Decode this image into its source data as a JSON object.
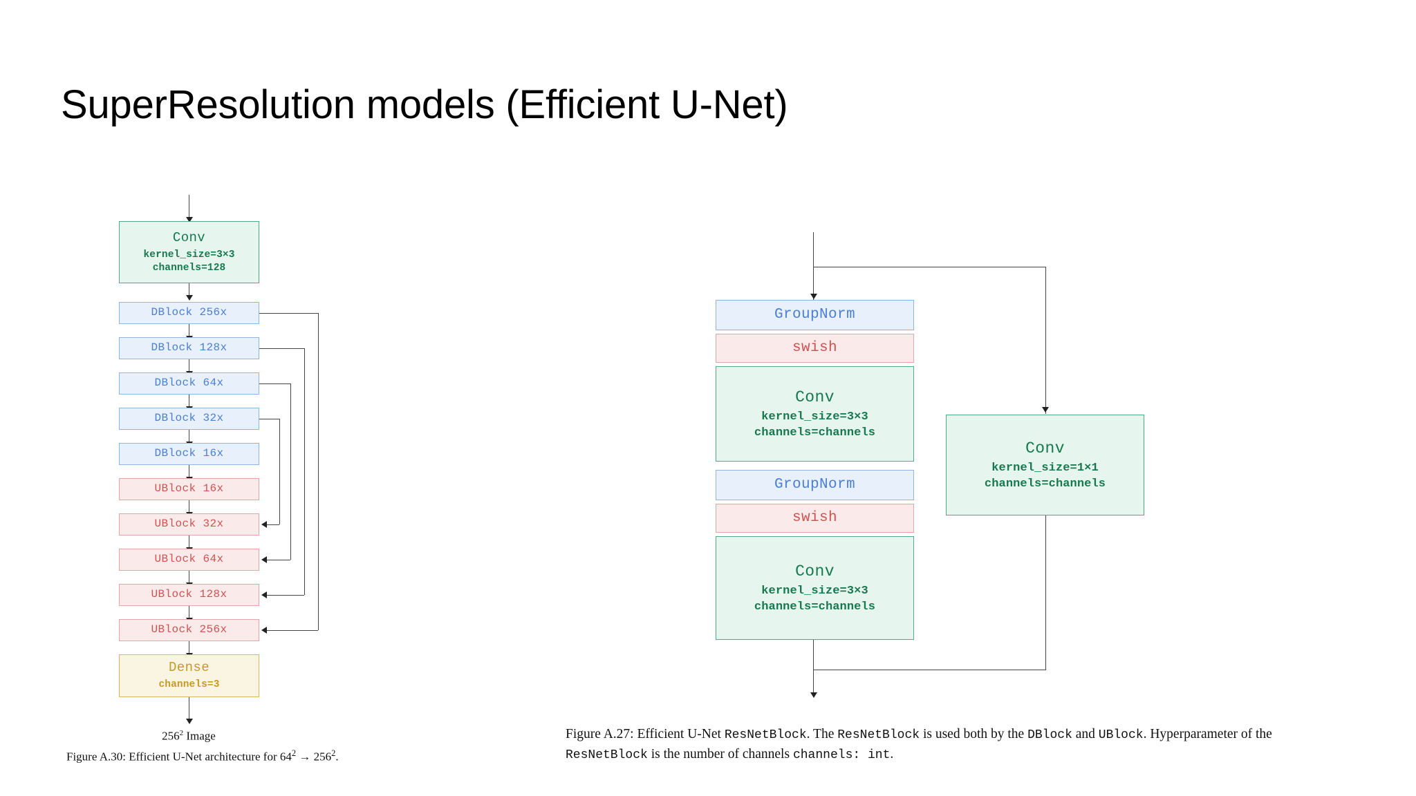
{
  "slide": {
    "title": "SuperResolution models (Efficient U-Net)"
  },
  "colors": {
    "green_border": "#4daa8a",
    "green_fill": "#e6f5ee",
    "green_text": "#17794f",
    "blue_border": "#8fb6e0",
    "blue_fill": "#e8f0fb",
    "blue_text": "#4a7fd4",
    "red_border": "#e2a6a6",
    "red_fill": "#fbeaea",
    "red_text": "#cf5252",
    "amber_border": "#d6b762",
    "amber_fill": "#faf4e2",
    "amber_text": "#c79a22",
    "connector": "#444444"
  },
  "left_diagram": {
    "blocks": [
      {
        "id": "conv-in",
        "title": "Conv",
        "sub1": "kernel_size=3×3",
        "sub2": "channels=128",
        "theme": "green"
      },
      {
        "id": "dblock-256",
        "title": "DBlock 256x",
        "theme": "blue"
      },
      {
        "id": "dblock-128",
        "title": "DBlock 128x",
        "theme": "blue"
      },
      {
        "id": "dblock-64",
        "title": "DBlock 64x",
        "theme": "blue"
      },
      {
        "id": "dblock-32",
        "title": "DBlock 32x",
        "theme": "blue"
      },
      {
        "id": "dblock-16",
        "title": "DBlock 16x",
        "theme": "blue"
      },
      {
        "id": "ublock-16",
        "title": "UBlock 16x",
        "theme": "red"
      },
      {
        "id": "ublock-32",
        "title": "UBlock 32x",
        "theme": "red"
      },
      {
        "id": "ublock-64",
        "title": "UBlock 64x",
        "theme": "red"
      },
      {
        "id": "ublock-128",
        "title": "UBlock 128x",
        "theme": "red"
      },
      {
        "id": "ublock-256",
        "title": "UBlock 256x",
        "theme": "red"
      },
      {
        "id": "dense-out",
        "title": "Dense",
        "sub1": "channels=3",
        "theme": "amber"
      }
    ],
    "output_label": {
      "value": "256",
      "exp": "2",
      "suffix": " Image"
    },
    "skip_connections": [
      {
        "from": "dblock-256",
        "to": "ublock-256"
      },
      {
        "from": "dblock-128",
        "to": "ublock-128"
      },
      {
        "from": "dblock-64",
        "to": "ublock-64"
      },
      {
        "from": "dblock-32",
        "to": "ublock-32"
      }
    ],
    "caption": {
      "prefix": "Figure A.30: Efficient U-Net architecture for ",
      "from_value": "64",
      "from_exp": "2",
      "arrow": " → ",
      "to_value": "256",
      "to_exp": "2",
      "period": "."
    }
  },
  "right_diagram": {
    "main_blocks": [
      {
        "id": "groupnorm-1",
        "title": "GroupNorm",
        "theme": "blue"
      },
      {
        "id": "swish-1",
        "title": "swish",
        "theme": "red"
      },
      {
        "id": "conv-1",
        "title": "Conv",
        "sub1": "kernel_size=3×3",
        "sub2": "channels=channels",
        "theme": "green"
      },
      {
        "id": "groupnorm-2",
        "title": "GroupNorm",
        "theme": "blue"
      },
      {
        "id": "swish-2",
        "title": "swish",
        "theme": "red"
      },
      {
        "id": "conv-2",
        "title": "Conv",
        "sub1": "kernel_size=3×3",
        "sub2": "channels=channels",
        "theme": "green"
      }
    ],
    "skip_block": {
      "id": "conv-skip",
      "title": "Conv",
      "sub1": "kernel_size=1×1",
      "sub2": "channels=channels",
      "theme": "green"
    },
    "caption": {
      "p1": "Figure A.27: Efficient U-Net ",
      "m1": "ResNetBlock",
      "p2": ". The ",
      "m2": "ResNetBlock",
      "p3": " is used both by the ",
      "m3": "DBlock",
      "p4": " and ",
      "m4": "UBlock",
      "p5": ". Hyperparameter of the ",
      "m5": "ResNetBlock",
      "p6": " is the number of channels ",
      "m6": "channels: int",
      "p7": "."
    }
  }
}
